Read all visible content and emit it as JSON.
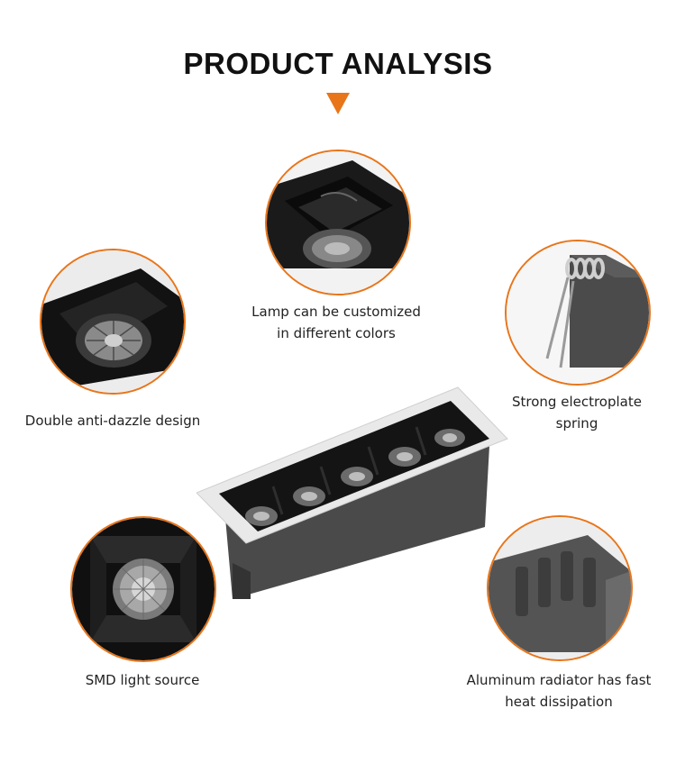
{
  "title": "PRODUCT ANALYSIS",
  "accent_color": "#e8751a",
  "features": [
    {
      "id": "lamp",
      "lines": [
        "Lamp can be customized",
        "in different colors"
      ],
      "icon": "lamp-cup-closeup"
    },
    {
      "id": "anti-dazzle",
      "lines": [
        "Double anti-dazzle design"
      ],
      "icon": "reflector-closeup"
    },
    {
      "id": "spring",
      "lines": [
        "Strong electroplate",
        "spring"
      ],
      "icon": "spring-clip-closeup"
    },
    {
      "id": "smd",
      "lines": [
        "SMD light source"
      ],
      "icon": "led-chip-closeup"
    },
    {
      "id": "radiator",
      "lines": [
        "Aluminum radiator has fast",
        "heat dissipation"
      ],
      "icon": "radiator-fins-closeup"
    }
  ],
  "product": {
    "name": "five-head linear recessed downlight",
    "head_count": 5
  }
}
